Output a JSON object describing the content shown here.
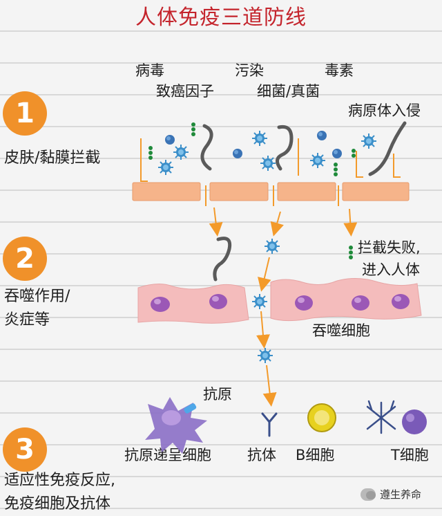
{
  "title": "人体免疫三道防线",
  "steps": [
    {
      "number": "1",
      "label": "皮肤/黏膜拦截"
    },
    {
      "number": "2",
      "label_line1": "吞噬作用/",
      "label_line2": "炎症等"
    },
    {
      "number": "3",
      "label_line1": "适应性免疫反应,",
      "label_line2": "免疫细胞及抗体"
    }
  ],
  "pathogens": {
    "virus": "病毒",
    "carcinogen": "致癌因子",
    "pollution": "污染",
    "bacteria_fungi": "细菌/真菌",
    "toxin": "毒素",
    "invasion": "病原体入侵"
  },
  "notes": {
    "block_failure_line1": "拦截失败,",
    "block_failure_line2": "进入人体",
    "phagocyte": "吞噬细胞"
  },
  "cells": {
    "antigen": "抗原",
    "apc": "抗原递呈细胞",
    "antibody": "抗体",
    "b_cell": "B细胞",
    "t_cell": "T细胞"
  },
  "watermark": "遵生养命",
  "colors": {
    "title": "#c4242c",
    "step_circle": "#f0912a",
    "skin": "#f6b48a",
    "tissue": "#f4bcbc",
    "arrow": "#f39a2a",
    "microbe": "#3b8fc9",
    "strand": "#1f8a3a"
  }
}
